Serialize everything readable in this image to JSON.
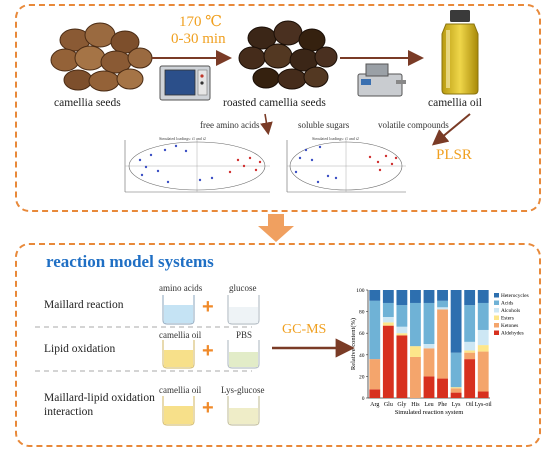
{
  "top": {
    "seeds_label": "camellia seeds",
    "condition_temp": "170 ℃",
    "condition_time": "0-30 min",
    "roasted_label": "roasted camellia seeds",
    "oil_label": "camellia oil",
    "analyses": [
      "free amino acids",
      "soluble sugars",
      "volatile compounds"
    ],
    "method": "PLSR",
    "plot_title": "Simulated loadings: t1 and t2"
  },
  "bottom": {
    "title": "reaction model systems",
    "systems": [
      {
        "name": "Maillard reaction",
        "left": "amino acids",
        "right": "glucose"
      },
      {
        "name": "Lipid oxidation",
        "left": "camellia oil",
        "right": "PBS"
      },
      {
        "name": "Maillard-lipid oxidation interaction",
        "left": "camellia oil",
        "right": "Lys-glucose"
      }
    ],
    "plus": "+",
    "method": "GC-MS"
  },
  "chart_data": {
    "type": "bar",
    "stacked": true,
    "categories": [
      "Arg",
      "Glu",
      "Gly",
      "His",
      "Leu",
      "Phe",
      "Lys",
      "Oil",
      "Lys-oil"
    ],
    "xlabel": "Simulated reaction system",
    "ylabel": "Relative content(%)",
    "ylim": [
      0,
      100
    ],
    "yticks": [
      "0",
      "20",
      "40",
      "60",
      "80",
      "100"
    ],
    "legend_position": "right",
    "series": [
      {
        "name": "Aldehydes",
        "color": "#d7301f",
        "values": [
          8,
          67,
          58,
          0,
          20,
          18,
          5,
          36,
          6
        ]
      },
      {
        "name": "Ketones",
        "color": "#f4a56c",
        "values": [
          28,
          0,
          0,
          38,
          26,
          64,
          4,
          6,
          37
        ]
      },
      {
        "name": "Esters",
        "color": "#fde68a",
        "values": [
          0,
          3,
          2,
          10,
          0,
          0,
          1,
          2,
          6
        ]
      },
      {
        "name": "Alcohols",
        "color": "#cde7f4",
        "values": [
          0,
          5,
          6,
          0,
          4,
          2,
          0,
          8,
          14
        ]
      },
      {
        "name": "Acids",
        "color": "#6fb2d6",
        "values": [
          54,
          13,
          20,
          40,
          38,
          6,
          32,
          34,
          25
        ]
      },
      {
        "name": "Heterocycles",
        "color": "#2d6faf",
        "values": [
          10,
          12,
          14,
          12,
          12,
          10,
          58,
          14,
          12
        ]
      }
    ]
  }
}
